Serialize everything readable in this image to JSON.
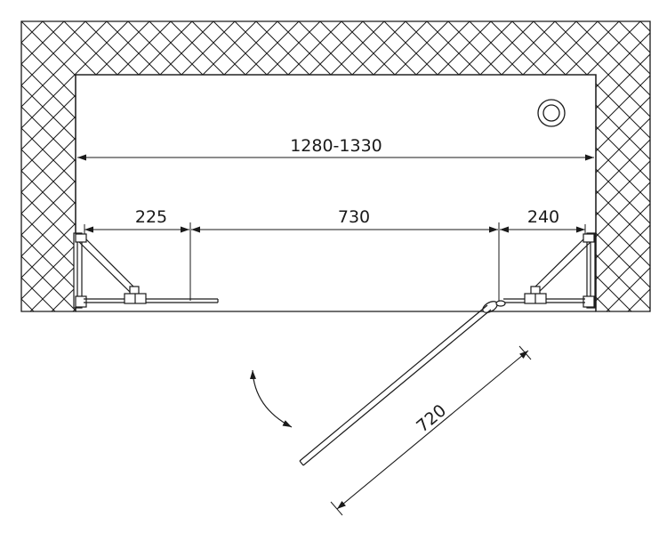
{
  "dimensions": {
    "overall_width": "1280-1330",
    "left_fixed_panel": "225",
    "center_opening": "730",
    "right_fixed_panel": "240",
    "door_width": "720"
  },
  "icons": {
    "drain": "drain-icon",
    "swing_arrow": "swing-arrow-icon"
  },
  "colors": {
    "line": "#1a1a1a",
    "wall_fill": "#ffffff",
    "background": "#ffffff"
  }
}
